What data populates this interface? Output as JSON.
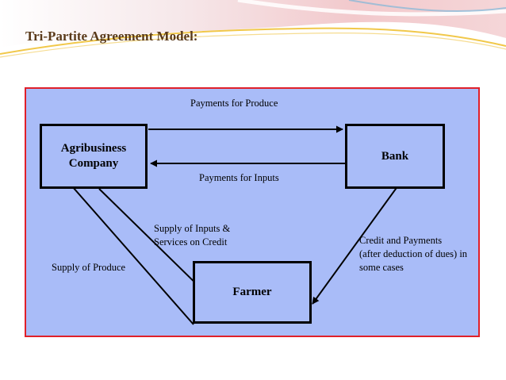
{
  "slide": {
    "title": "Tri-Partite Agreement Model:"
  },
  "diagram": {
    "nodes": {
      "agribusiness": {
        "line1": "Agribusiness",
        "line2": "Company"
      },
      "bank": {
        "label": "Bank"
      },
      "farmer": {
        "label": "Farmer"
      }
    },
    "edges": {
      "payments_for_produce": "Payments for Produce",
      "payments_for_inputs": "Payments for Inputs",
      "supply_of_inputs_line1": "Supply of Inputs &",
      "supply_of_inputs_line2": "Services on Credit",
      "supply_of_produce": "Supply of Produce",
      "credit_line1": "Credit and Payments",
      "credit_line2": "(after deduction of dues) in",
      "credit_line3": "some cases"
    }
  },
  "colors": {
    "panel_fill": "#a9bcf8",
    "panel_border": "#e0202a",
    "title_text": "#5a3a1a"
  }
}
